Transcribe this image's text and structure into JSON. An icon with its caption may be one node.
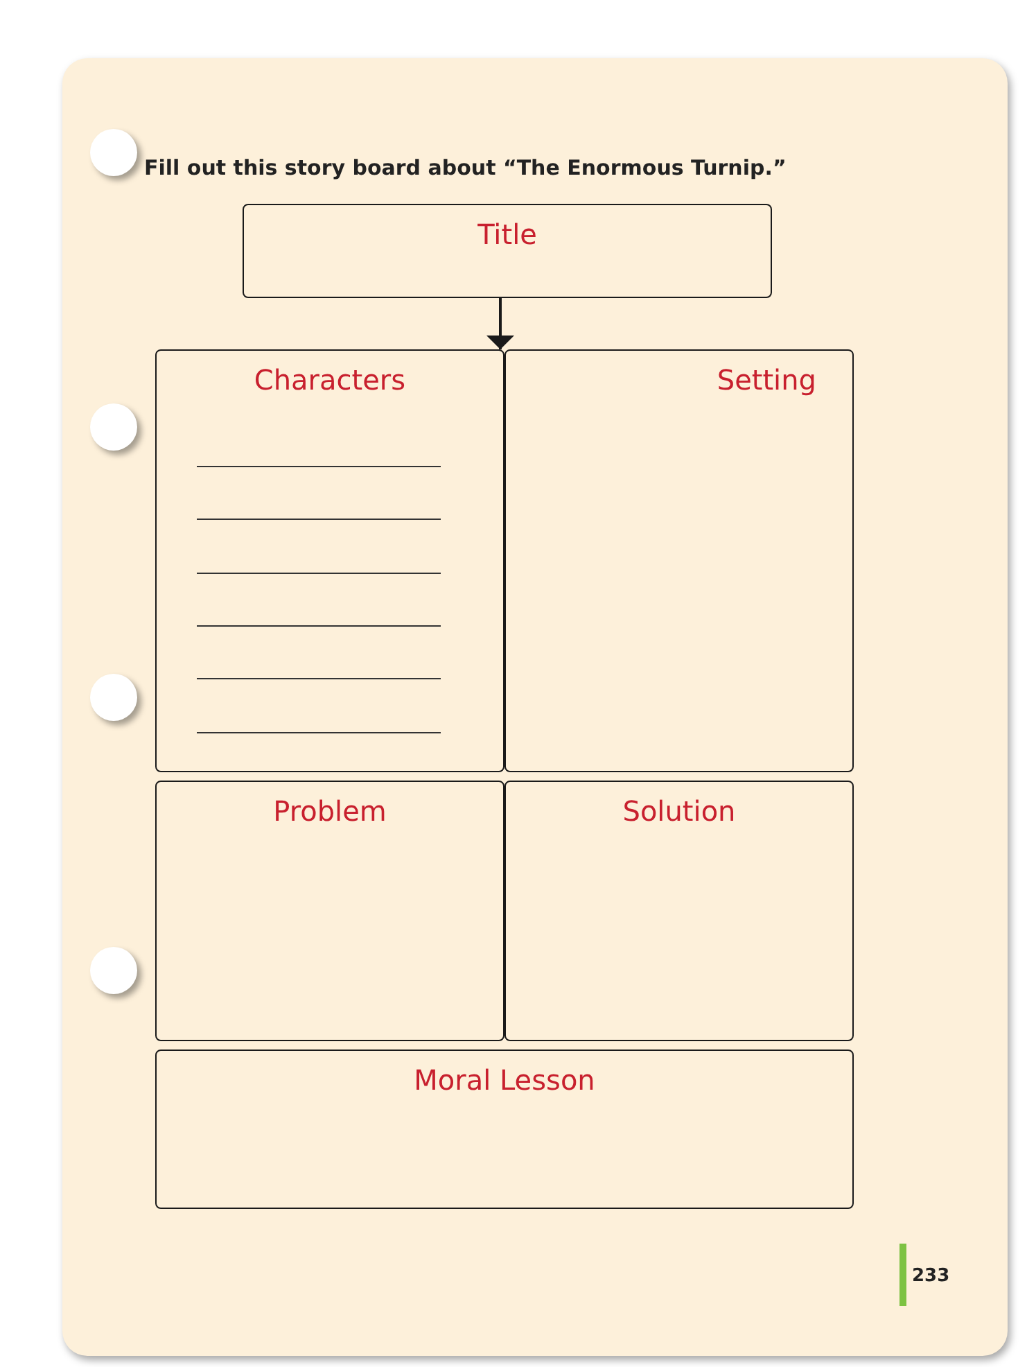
{
  "diagram": {
    "title": "Fill out this story board about “The Enormous Turnip.”",
    "nodes": [
      {
        "text": [
          "Title"
        ]
      },
      {
        "text": [
          "Characters"
        ]
      },
      {
        "text": [
          "Setting"
        ]
      },
      {
        "text": [
          "Problem"
        ]
      },
      {
        "text": [
          "Solution"
        ]
      },
      {
        "text": [
          "Moral Lesson"
        ]
      }
    ],
    "edges": [
      {
        "from": 0,
        "to": 1,
        "arrow": "to"
      }
    ],
    "labels": [
      "233"
    ]
  }
}
